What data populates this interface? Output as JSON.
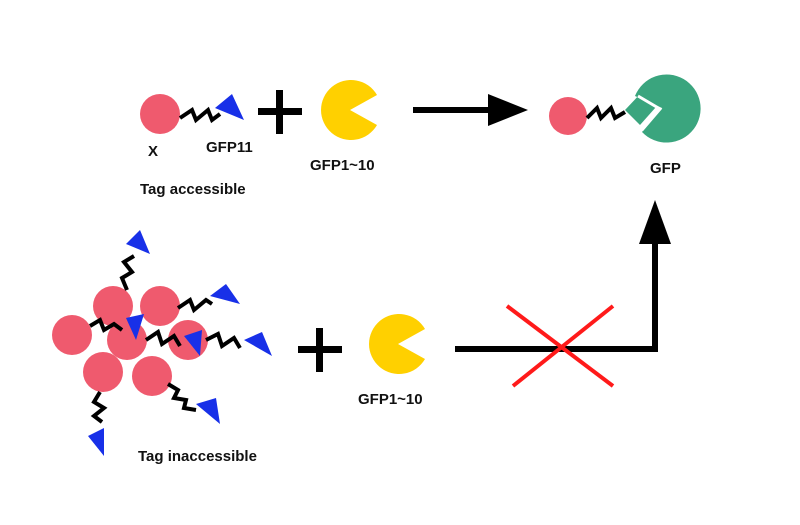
{
  "labels": {
    "x": "X",
    "gfp11": "GFP11",
    "gfp1_10_top": "GFP1~10",
    "tag_accessible": "Tag accessible",
    "gfp": "GFP",
    "gfp1_10_bottom": "GFP1~10",
    "tag_inaccessible": "Tag inaccessible"
  },
  "colors": {
    "protein_x": "#ef5a6e",
    "gfp11_tag": "#1830e8",
    "gfp1_10": "#ffd000",
    "gfp_complete": "#3aa57e",
    "linker": "#000000",
    "arrow": "#000000",
    "block_cross": "#ff1a1a"
  },
  "icons": {
    "plus": "plus-sign",
    "blocked": "red-x-cross"
  }
}
